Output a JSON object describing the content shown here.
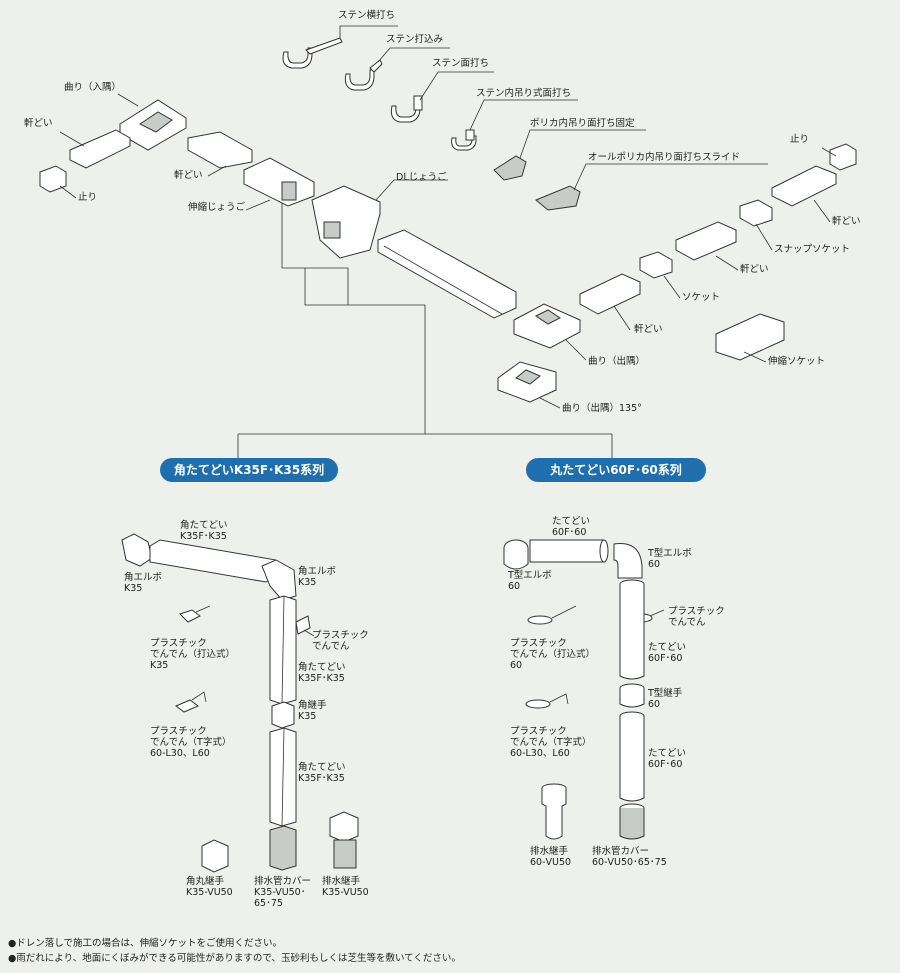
{
  "gutter_labels": {
    "sten_yoko": "ステン横打ち",
    "sten_uchikomi": "ステン打込み",
    "sten_men": "ステン面打ち",
    "sten_naizuri": "ステン内吊り式面打ち",
    "porika_naizuri": "ポリカ内吊り面打ち固定",
    "all_porika": "オールポリカ内吊り面打ちスライド",
    "magari_iri": "曲り（入隅）",
    "nokidoi_1": "軒どい",
    "tomari_1": "止り",
    "nokidoi_2": "軒どい",
    "shinshuku_jougo": "伸縮じょうご",
    "dl_jougo": "DLじょうご",
    "tomari_2": "止り",
    "nokidoi_3": "軒どい",
    "snap_socket": "スナップソケット",
    "nokidoi_4": "軒どい",
    "socket": "ソケット",
    "nokidoi_5": "軒どい",
    "shinshuku_socket": "伸縮ソケット",
    "magari_de": "曲り（出隅）",
    "magari_de_135": "曲り（出隅）135°"
  },
  "series": {
    "square": "角たてどいK35F･K35系列",
    "round": "丸たてどい60F･60系列"
  },
  "square_parts": {
    "tatedoi_top": [
      "角たてどい",
      "K35F･K35"
    ],
    "kaku_elbo_left": [
      "角エルボ",
      "K35"
    ],
    "kaku_elbo_right": [
      "角エルボ",
      "K35"
    ],
    "plastic_dende_right": [
      "プラスチック",
      "でんでん"
    ],
    "plastic_uchikomi": [
      "プラスチック",
      "でんでん（打込式）",
      "K35"
    ],
    "tatedoi_mid": [
      "角たてどい",
      "K35F･K35"
    ],
    "kaku_tsugite": [
      "角継手",
      "K35"
    ],
    "plastic_t": [
      "プラスチック",
      "でんでん（T字式）",
      "60-L30、L60"
    ],
    "tatedoi_low": [
      "角たてどい",
      "K35F･K35"
    ],
    "kakumaru_tsugite": [
      "角丸継手",
      "K35-VU50"
    ],
    "haisui_cover": [
      "排水管カバー",
      "K35-VU50･",
      "65･75"
    ],
    "haisui_tsugite": [
      "排水継手",
      "K35-VU50"
    ]
  },
  "round_parts": {
    "tatedoi_top": [
      "たてどい",
      "60F･60"
    ],
    "t_elbo_left": [
      "T型エルボ",
      "60"
    ],
    "t_elbo_right": [
      "T型エルボ",
      "60"
    ],
    "plastic_dende_right": [
      "プラスチック",
      "でんでん"
    ],
    "plastic_uchikomi": [
      "プラスチック",
      "でんでん（打込式）",
      "60"
    ],
    "tatedoi_mid": [
      "たてどい",
      "60F･60"
    ],
    "t_tsugite": [
      "T型継手",
      "60"
    ],
    "plastic_t": [
      "プラスチック",
      "でんでん（T字式）",
      "60-L30、L60"
    ],
    "tatedoi_low": [
      "たてどい",
      "60F･60"
    ],
    "haisui_tsugite": [
      "排水継手",
      "60-VU50"
    ],
    "haisui_cover": [
      "排水管カバー",
      "60-VU50･65･75"
    ]
  },
  "notes": [
    "●ドレン落しで施工の場合は、伸縮ソケットをご使用ください。",
    "●雨だれにより、地面にくぼみができる可能性がありますので、玉砂利もしくは芝生等を敷いてください。"
  ],
  "colors": {
    "background": "#eef0ec",
    "pill": "#1f6fae",
    "line": "#333333"
  }
}
